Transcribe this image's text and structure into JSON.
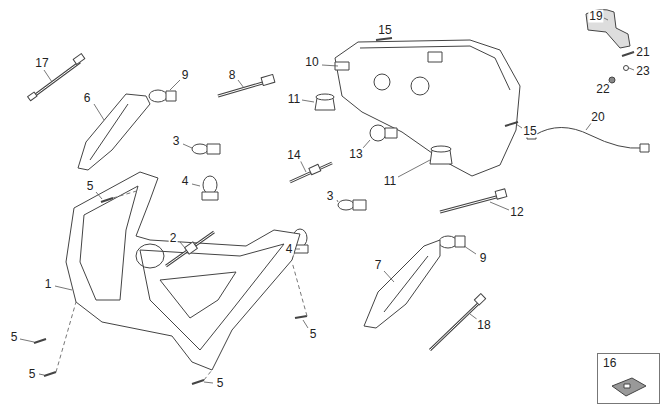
{
  "diagram": {
    "nodes": [
      {
        "text": [
          "16"
        ]
      }
    ],
    "labels": [
      "17",
      "9",
      "8",
      "15",
      "10",
      "19",
      "21",
      "6",
      "23",
      "22",
      "11",
      "15",
      "3",
      "20",
      "14",
      "13",
      "11",
      "12",
      "4",
      "5",
      "3",
      "2",
      "9",
      "4",
      "1",
      "7",
      "5",
      "18",
      "5",
      "5",
      "5"
    ]
  }
}
